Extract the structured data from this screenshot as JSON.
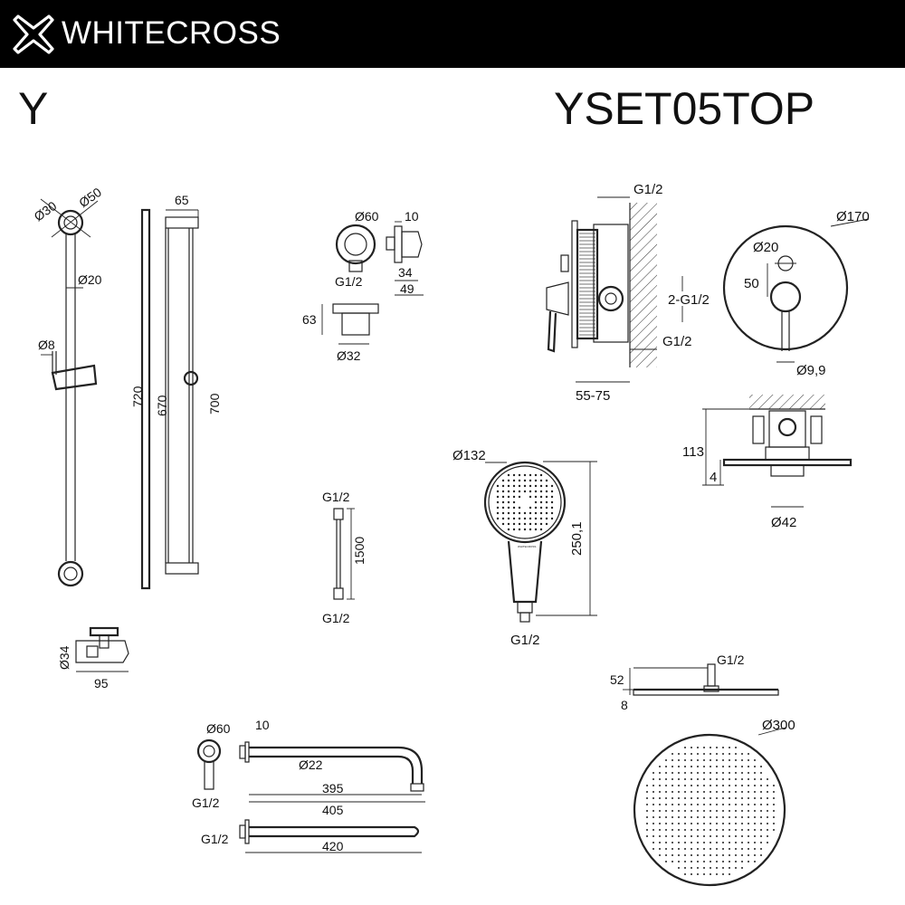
{
  "header": {
    "brand": "WHITECROSS",
    "series_letter": "Y",
    "model": "YSET05TOP"
  },
  "colors": {
    "bar": "#000000",
    "line": "#222222",
    "background": "#ffffff"
  },
  "icons": {
    "logo": "x-cross-logo-icon"
  },
  "rail": {
    "d30": "Ø30",
    "d50": "Ø50",
    "d20": "Ø20",
    "d8": "Ø8",
    "w65": "65",
    "h720": "720",
    "h670": "670",
    "h700": "700"
  },
  "bracket": {
    "d34": "Ø34",
    "w95": "95"
  },
  "wall_outlet": {
    "d60": "Ø60",
    "t10": "10",
    "g12": "G1/2",
    "h63": "63",
    "d32": "Ø32",
    "w34": "34",
    "w49": "49"
  },
  "hose": {
    "g12_top": "G1/2",
    "len": "1500",
    "g12_bottom": "G1/2"
  },
  "hand_shower": {
    "d132": "Ø132",
    "len": "250,1",
    "g12": "G1/2",
    "badge": "WHITECROSS"
  },
  "arm": {
    "d60": "Ø60",
    "t10": "10",
    "d22": "Ø22",
    "l395": "395",
    "l405": "405",
    "g12_a": "G1/2",
    "g12_b": "G1/2",
    "l420": "420"
  },
  "mixer": {
    "g12_top": "G1/2",
    "g12_pair": "2-G1/2",
    "g12_bottom": "G1/2",
    "depth": "55-75",
    "d170": "Ø170",
    "d20": "Ø20",
    "h50": "50",
    "d99": "Ø9,9",
    "h113": "113",
    "h4": "4",
    "d42": "Ø42"
  },
  "head_shower": {
    "g12": "G1/2",
    "h52": "52",
    "t8": "8",
    "d300": "Ø300"
  }
}
